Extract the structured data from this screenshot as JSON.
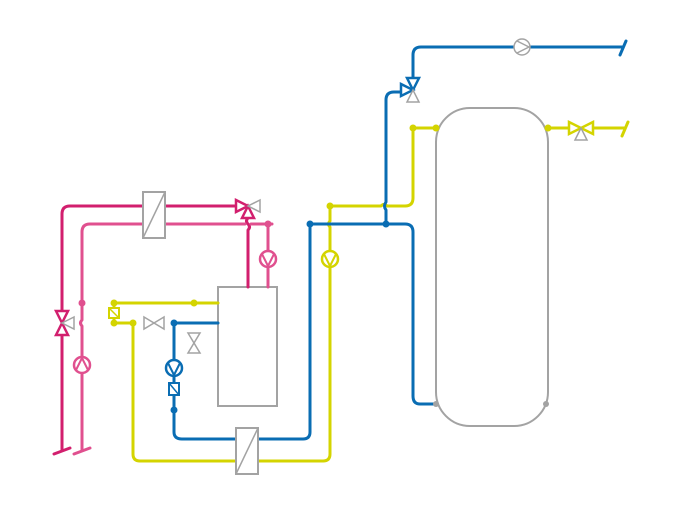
{
  "diagram": {
    "kind": "hydraulic-schematic",
    "colors": {
      "primary_flow": "#d21f6e",
      "primary_return": "#e0508f",
      "cold_water": "#0a6db3",
      "hot_water": "#d4d400",
      "circulation": "#a3a3a3",
      "background": "#ffffff"
    },
    "components": [
      {
        "id": "storage-tank",
        "type": "storage-tank"
      },
      {
        "id": "boiler",
        "type": "boiler"
      },
      {
        "id": "plate-heat-exchanger-top",
        "type": "heat-exchanger"
      },
      {
        "id": "plate-heat-exchanger-bottom",
        "type": "heat-exchanger"
      },
      {
        "id": "mixing-valve-primary",
        "type": "three-way-valve"
      },
      {
        "id": "mixing-valve-left",
        "type": "three-way-valve"
      },
      {
        "id": "mixing-valve-cold",
        "type": "three-way-valve"
      },
      {
        "id": "mixing-valve-hot-outlet",
        "type": "three-way-valve"
      },
      {
        "id": "pump-primary-return",
        "type": "pump"
      },
      {
        "id": "pump-left",
        "type": "pump"
      },
      {
        "id": "pump-hot",
        "type": "pump"
      },
      {
        "id": "pump-cold",
        "type": "pump"
      },
      {
        "id": "pump-circulation",
        "type": "pump"
      },
      {
        "id": "check-valve-hot",
        "type": "check-valve"
      },
      {
        "id": "check-valve-cold",
        "type": "check-valve"
      },
      {
        "id": "gate-valve-horizontal",
        "type": "gate-valve"
      },
      {
        "id": "gate-valve-vertical",
        "type": "gate-valve"
      }
    ]
  }
}
